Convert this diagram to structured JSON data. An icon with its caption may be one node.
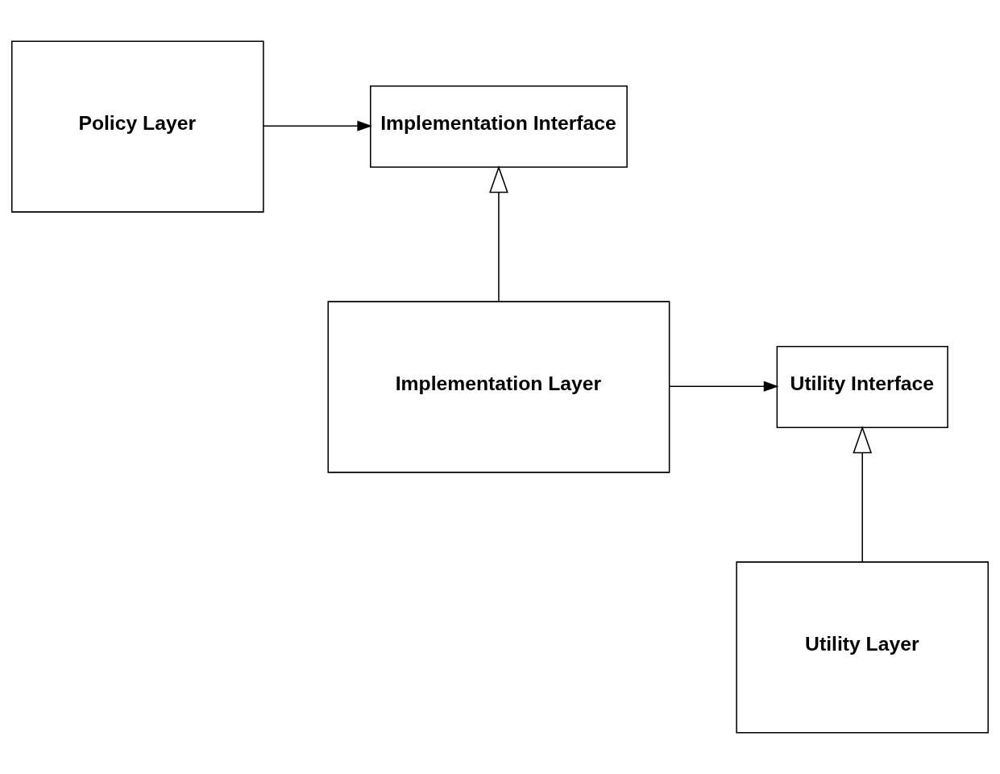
{
  "diagram": {
    "nodes": [
      {
        "text": [
          "Policy Layer"
        ]
      },
      {
        "text": [
          "Implementation Interface"
        ]
      },
      {
        "text": [
          "Implementation Layer"
        ]
      },
      {
        "text": [
          "Utility Interface"
        ]
      },
      {
        "text": [
          "Utility Layer"
        ]
      }
    ],
    "edges": [
      {
        "from": 0,
        "to": 1,
        "arrow": "to"
      },
      {
        "from": 2,
        "to": 1,
        "arrow": "to"
      },
      {
        "from": 2,
        "to": 3,
        "arrow": "to"
      },
      {
        "from": 4,
        "to": 3,
        "arrow": "to"
      }
    ]
  }
}
